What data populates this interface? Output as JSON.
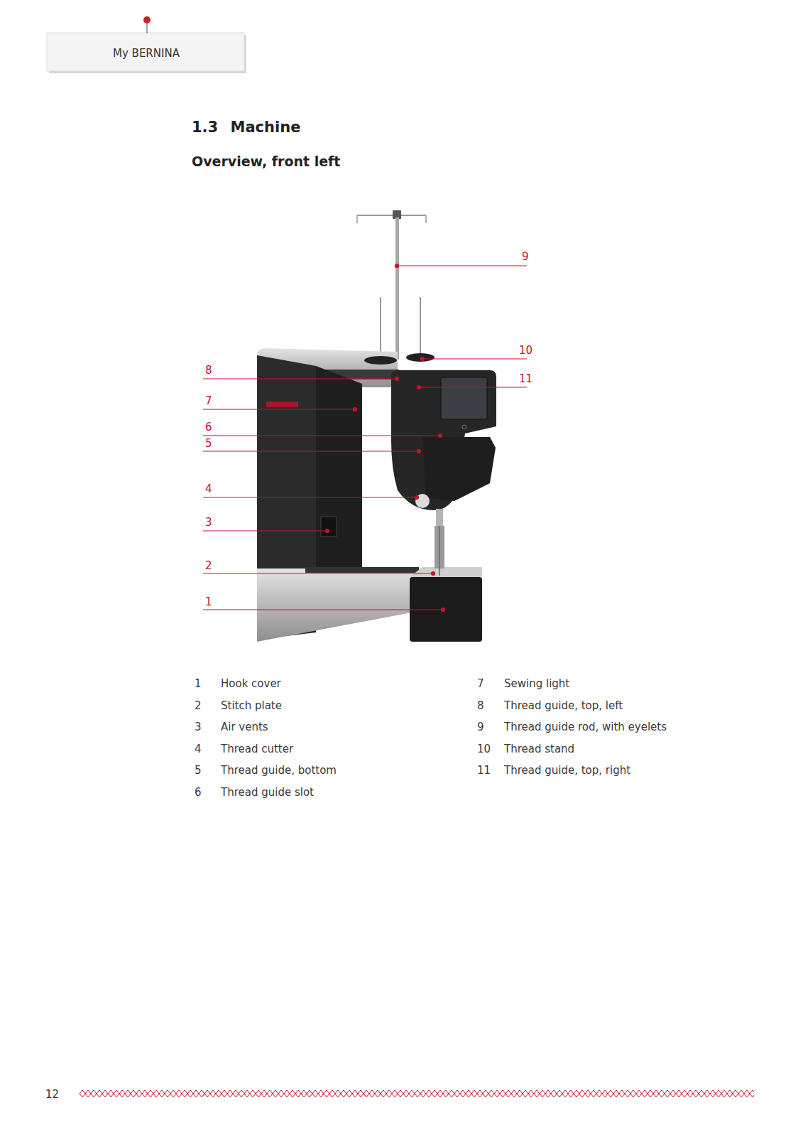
{
  "diagram": {
    "title": "1.3 Machine",
    "labels": [
      "My BERNINA",
      "Overview, front left",
      "9",
      "10",
      "11",
      "8",
      "7",
      "6",
      "5",
      "4",
      "3",
      "2",
      "1",
      "1",
      "Hook cover",
      "7",
      "Sewing light",
      "2",
      "Stitch plate",
      "8",
      "Thread guide, top, left",
      "3",
      "Air vents",
      "9",
      "Thread guide rod, with eyelets",
      "4",
      "Thread cutter",
      "10",
      "Thread stand",
      "5",
      "Thread guide, bottom",
      "11",
      "Thread guide, top, right",
      "6",
      "Thread guide slot",
      "12"
    ]
  }
}
